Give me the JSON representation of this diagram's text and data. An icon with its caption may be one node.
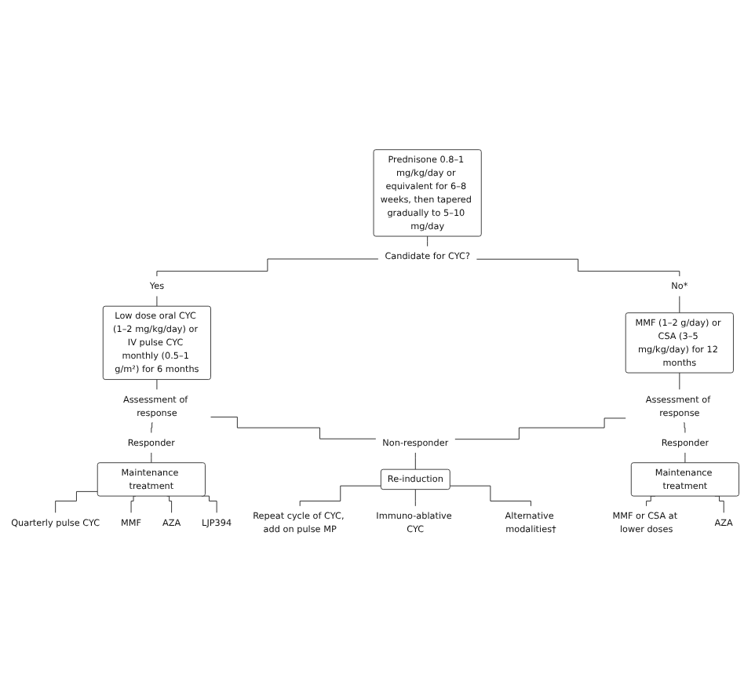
{
  "diagram": {
    "nodes": [
      {
        "text": [
          "Prednisone 0.8–1 mg/kg/day or equivalent for 6–8 weeks, then tapered gradually to 5–10 mg/day"
        ]
      },
      {
        "text": [
          "Candidate for CYC?"
        ]
      },
      {
        "text": [
          "Yes"
        ]
      },
      {
        "text": [
          "No*"
        ]
      },
      {
        "text": [
          "Low dose oral CYC (1–2 mg/kg/day) or IV pulse CYC monthly (0.5–1 g/m²) for 6 months"
        ]
      },
      {
        "text": [
          "MMF (1–2 g/day) or CSA (3–5 mg/kg/day) for 12 months"
        ]
      },
      {
        "text": [
          "Assessment of response"
        ]
      },
      {
        "text": [
          "Assessment of response"
        ]
      },
      {
        "text": [
          "Responder"
        ]
      },
      {
        "text": [
          "Non-responder"
        ]
      },
      {
        "text": [
          "Responder"
        ]
      },
      {
        "text": [
          "Maintenance treatment"
        ]
      },
      {
        "text": [
          "Re-induction"
        ]
      },
      {
        "text": [
          "Maintenance treatment"
        ]
      },
      {
        "text": [
          "Quarterly pulse CYC"
        ]
      },
      {
        "text": [
          "MMF"
        ]
      },
      {
        "text": [
          "AZA"
        ]
      },
      {
        "text": [
          "LJP394"
        ]
      },
      {
        "text": [
          "Repeat cycle of CYC, add on pulse MP"
        ]
      },
      {
        "text": [
          "Immuno-ablative CYC"
        ]
      },
      {
        "text": [
          "Alternative modalities†"
        ]
      },
      {
        "text": [
          "MMF or CSA at lower doses"
        ]
      },
      {
        "text": [
          "AZA"
        ]
      }
    ],
    "edges": [
      {
        "from": 0,
        "to": 1,
        "arrow": "none"
      },
      {
        "from": 1,
        "to": 2,
        "arrow": "none"
      },
      {
        "from": 1,
        "to": 3,
        "arrow": "none"
      },
      {
        "from": 2,
        "to": 4,
        "arrow": "none"
      },
      {
        "from": 3,
        "to": 5,
        "arrow": "none"
      },
      {
        "from": 4,
        "to": 6,
        "arrow": "none"
      },
      {
        "from": 5,
        "to": 7,
        "arrow": "none"
      },
      {
        "from": 6,
        "to": 8,
        "arrow": "none"
      },
      {
        "from": 6,
        "to": 9,
        "arrow": "none"
      },
      {
        "from": 7,
        "to": 9,
        "arrow": "none"
      },
      {
        "from": 7,
        "to": 10,
        "arrow": "none"
      },
      {
        "from": 8,
        "to": 11,
        "arrow": "none"
      },
      {
        "from": 9,
        "to": 12,
        "arrow": "none"
      },
      {
        "from": 10,
        "to": 13,
        "arrow": "none"
      },
      {
        "from": 11,
        "to": 14,
        "arrow": "none"
      },
      {
        "from": 11,
        "to": 15,
        "arrow": "none"
      },
      {
        "from": 11,
        "to": 16,
        "arrow": "none"
      },
      {
        "from": 11,
        "to": 17,
        "arrow": "none"
      },
      {
        "from": 12,
        "to": 18,
        "arrow": "none"
      },
      {
        "from": 12,
        "to": 19,
        "arrow": "none"
      },
      {
        "from": 12,
        "to": 20,
        "arrow": "none"
      },
      {
        "from": 13,
        "to": 21,
        "arrow": "none"
      },
      {
        "from": 13,
        "to": 22,
        "arrow": "none"
      }
    ]
  }
}
